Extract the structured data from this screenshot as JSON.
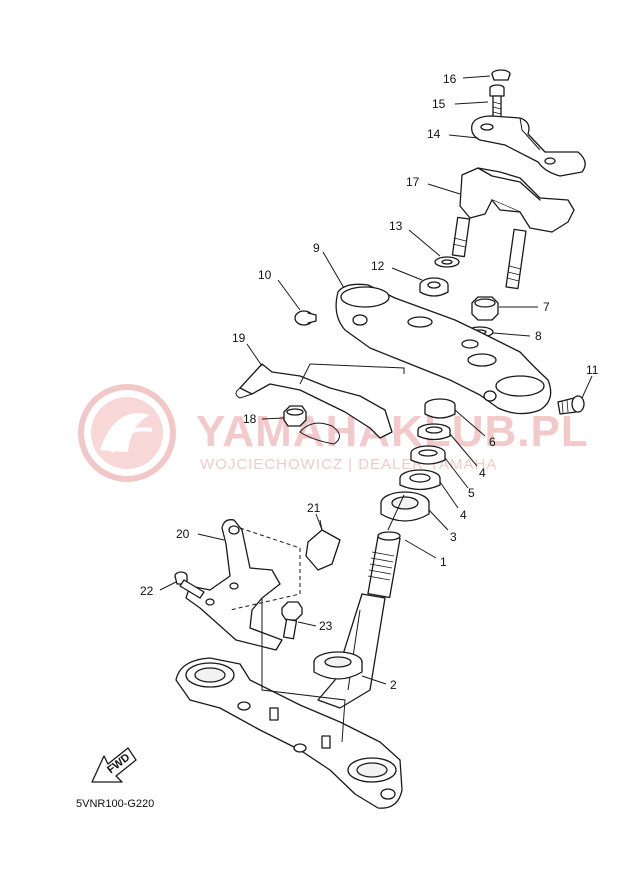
{
  "watermark": {
    "brand": "YAMAHAKLUB.PL",
    "subtitle": "WOJCIECHOWICZ | DEALER YAMAHA",
    "color": "#f3c9c9"
  },
  "diagram_code": "5VNR100-G220",
  "fwd_label": "FWD",
  "callouts": {
    "c1": "1",
    "c2": "2",
    "c3": "3",
    "c4a": "4",
    "c4b": "4",
    "c5": "5",
    "c6": "6",
    "c7": "7",
    "c8": "8",
    "c9": "9",
    "c10": "10",
    "c11": "11",
    "c12": "12",
    "c13": "13",
    "c14": "14",
    "c15": "15",
    "c16": "16",
    "c17": "17",
    "c18": "18",
    "c19": "19",
    "c20": "20",
    "c21": "21",
    "c22": "22",
    "c23": "23"
  }
}
